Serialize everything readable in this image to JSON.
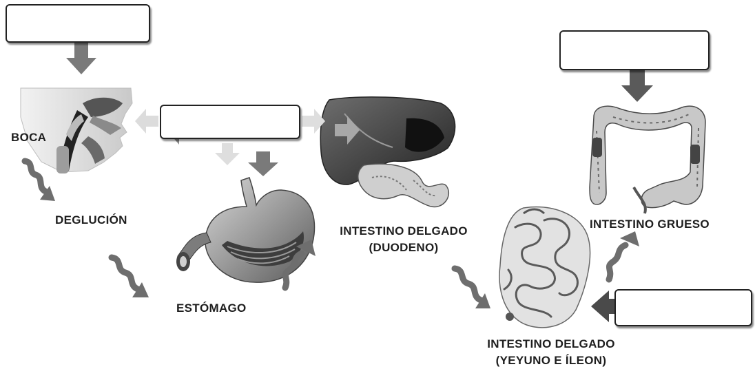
{
  "labels": {
    "boca": "BOCA",
    "deglucion": "DEGLUCIÓN",
    "estomago": "ESTÓMAGO",
    "duodeno_line1": "INTESTINO DELGADO",
    "duodeno_line2": "(DUODENO)",
    "grueso": "INTESTINO GRUESO",
    "yeyuno_line1": "INTESTINO DELGADO",
    "yeyuno_line2": "(YEYUNO E ÍLEON)"
  },
  "boxes": {
    "top_left": "",
    "center": "",
    "top_right": "",
    "bottom_right": ""
  },
  "colors": {
    "arrow": "#7a7a7a",
    "arrow_light": "#d4d4d4",
    "organ_dark": "#3a3a3a",
    "organ_mid": "#8c8c8c",
    "organ_light": "#d9d9d9"
  }
}
